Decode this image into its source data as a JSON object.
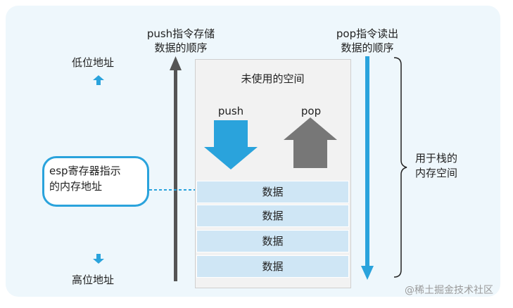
{
  "labels": {
    "low_address": "低位地址",
    "high_address": "高位地址",
    "push_order_line1": "push指令存储",
    "push_order_line2": "数据的顺序",
    "pop_order_line1": "pop指令读出",
    "pop_order_line2": "数据的顺序",
    "unused_space": "未使用的空间",
    "push": "push",
    "pop": "pop",
    "esp_line1": "esp寄存器指示",
    "esp_line2": "的内存地址",
    "stack_memory_line1": "用于栈的",
    "stack_memory_line2": "内存空间"
  },
  "data_rows": [
    "数据",
    "数据",
    "数据",
    "数据"
  ],
  "watermark": "@稀土掘金技术社区",
  "colors": {
    "accent_blue": "#2aa3dc",
    "push_arrow": "#2aa3dc",
    "pop_arrow": "#777777",
    "row_fill": "#cfe6f5",
    "panel_bg": "#eef7fc"
  }
}
